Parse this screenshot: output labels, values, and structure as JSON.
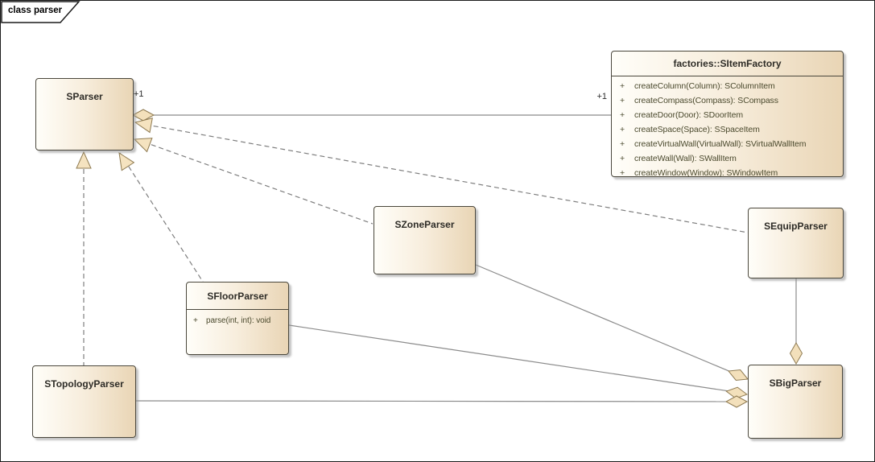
{
  "diagram": {
    "tab_label": "class parser"
  },
  "classes": {
    "sparser": {
      "name": "SParser"
    },
    "sitemfactory": {
      "name": "factories::SItemFactory",
      "methods": [
        {
          "vis": "+",
          "sig": "createColumn(Column): SColumnItem"
        },
        {
          "vis": "+",
          "sig": "createCompass(Compass): SCompass"
        },
        {
          "vis": "+",
          "sig": "createDoor(Door): SDoorItem"
        },
        {
          "vis": "+",
          "sig": "createSpace(Space): SSpaceItem"
        },
        {
          "vis": "+",
          "sig": "createVirtualWall(VirtualWall): SVirtualWallItem"
        },
        {
          "vis": "+",
          "sig": "createWall(Wall): SWallItem"
        },
        {
          "vis": "+",
          "sig": "createWindow(Window): SWindowItem"
        }
      ]
    },
    "szoneparser": {
      "name": "SZoneParser"
    },
    "sequipparser": {
      "name": "SEquipParser"
    },
    "sfloorparser": {
      "name": "SFloorParser",
      "methods": [
        {
          "vis": "+",
          "sig": "parse(int, int): void"
        }
      ]
    },
    "stopologyparser": {
      "name": "STopologyParser"
    },
    "sbigparser": {
      "name": "SBigParser"
    }
  },
  "connectors": {
    "sparser_sitemfactory": {
      "source_multiplicity": "+1",
      "target_multiplicity": "+1"
    }
  },
  "colors": {
    "box_fill_light": "#fffef9",
    "box_fill_dark": "#e9d5b5",
    "box_border": "#4a473c",
    "solid_line": "#8b8b8b",
    "dashed_line": "#7e7e7e",
    "arrow_fill": "#f3e0bb",
    "arrow_stroke": "#8f7b52",
    "method_text": "#4b4a2e",
    "title_text": "#2e2c27"
  }
}
